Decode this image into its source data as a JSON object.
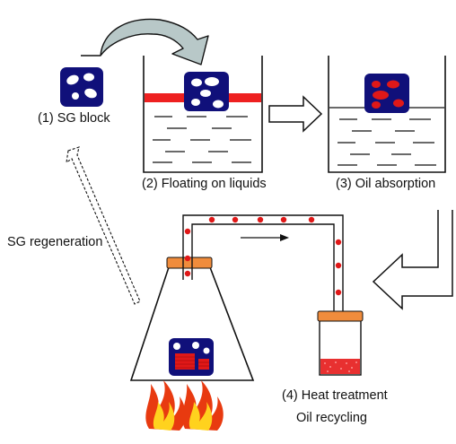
{
  "labels": {
    "sg_block": "(1) SG block",
    "floating": "(2) Floating on liquids",
    "oil_absorption": "(3) Oil absorption",
    "sg_regeneration": "SG regeneration",
    "heat_treatment": "(4) Heat treatment",
    "oil_recycling": "Oil recycling"
  },
  "colors": {
    "block_fill": "#10107a",
    "pore_white": "#ffffff",
    "oil_red": "#e01818",
    "oil_film": "#ee2020",
    "cap_orange": "#f08c3c",
    "collected_oil": "#e83030",
    "curved_arrow_fill": "#b8c8c8",
    "flame_outer": "#e83a10",
    "flame_inner": "#ffd21e",
    "line": "#111111"
  }
}
